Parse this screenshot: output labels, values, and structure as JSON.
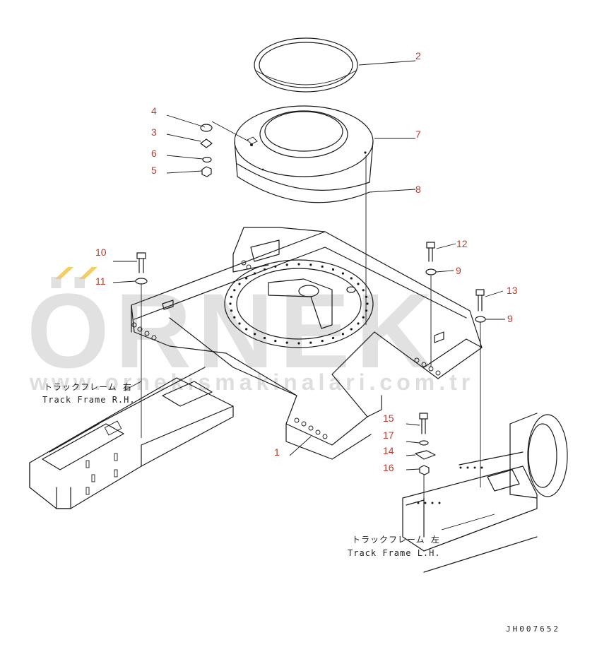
{
  "watermark": {
    "brand": "ÖRNEK",
    "url": "www.ornekismakinalari.com.tr",
    "accent_color": "#f2c23a"
  },
  "callouts": [
    {
      "id": "c1",
      "label": "1"
    },
    {
      "id": "c2",
      "label": "2"
    },
    {
      "id": "c3",
      "label": "3"
    },
    {
      "id": "c4",
      "label": "4"
    },
    {
      "id": "c5",
      "label": "5"
    },
    {
      "id": "c6",
      "label": "6"
    },
    {
      "id": "c7",
      "label": "7"
    },
    {
      "id": "c8",
      "label": "8"
    },
    {
      "id": "c9a",
      "label": "9"
    },
    {
      "id": "c9b",
      "label": "9"
    },
    {
      "id": "c10",
      "label": "10"
    },
    {
      "id": "c11",
      "label": "11"
    },
    {
      "id": "c12",
      "label": "12"
    },
    {
      "id": "c13",
      "label": "13"
    },
    {
      "id": "c14",
      "label": "14"
    },
    {
      "id": "c15",
      "label": "15"
    },
    {
      "id": "c16",
      "label": "16"
    },
    {
      "id": "c17",
      "label": "17"
    }
  ],
  "captions": {
    "right_hand_jp": "トラックフレーム 右",
    "right_hand_en": "Track Frame R.H.",
    "left_hand_jp": "トラックフレーム 左",
    "left_hand_en": "Track Frame L.H."
  },
  "drawing_code": "JH007652",
  "colors": {
    "callout": "#c0392b",
    "line": "#1a1a1a",
    "watermark": "#c8c8c8"
  }
}
